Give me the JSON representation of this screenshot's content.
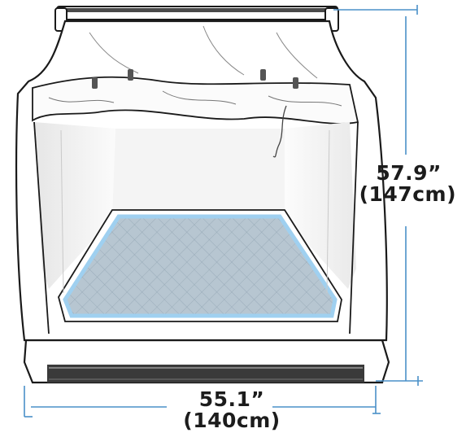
{
  "dimensions": {
    "height": {
      "value": "57.9”",
      "metric": "(147cm)"
    },
    "width": {
      "value": "55.1”",
      "metric": "(140cm)"
    }
  },
  "colors": {
    "accent": "#4a90c8",
    "outline": "#1a1a1a",
    "floor": "#b9c8d3",
    "floor_edge": "#9fd0f0",
    "panel": "#ffffff"
  },
  "icons": [
    "rooftop-tent-illustration",
    "dimension-line"
  ]
}
